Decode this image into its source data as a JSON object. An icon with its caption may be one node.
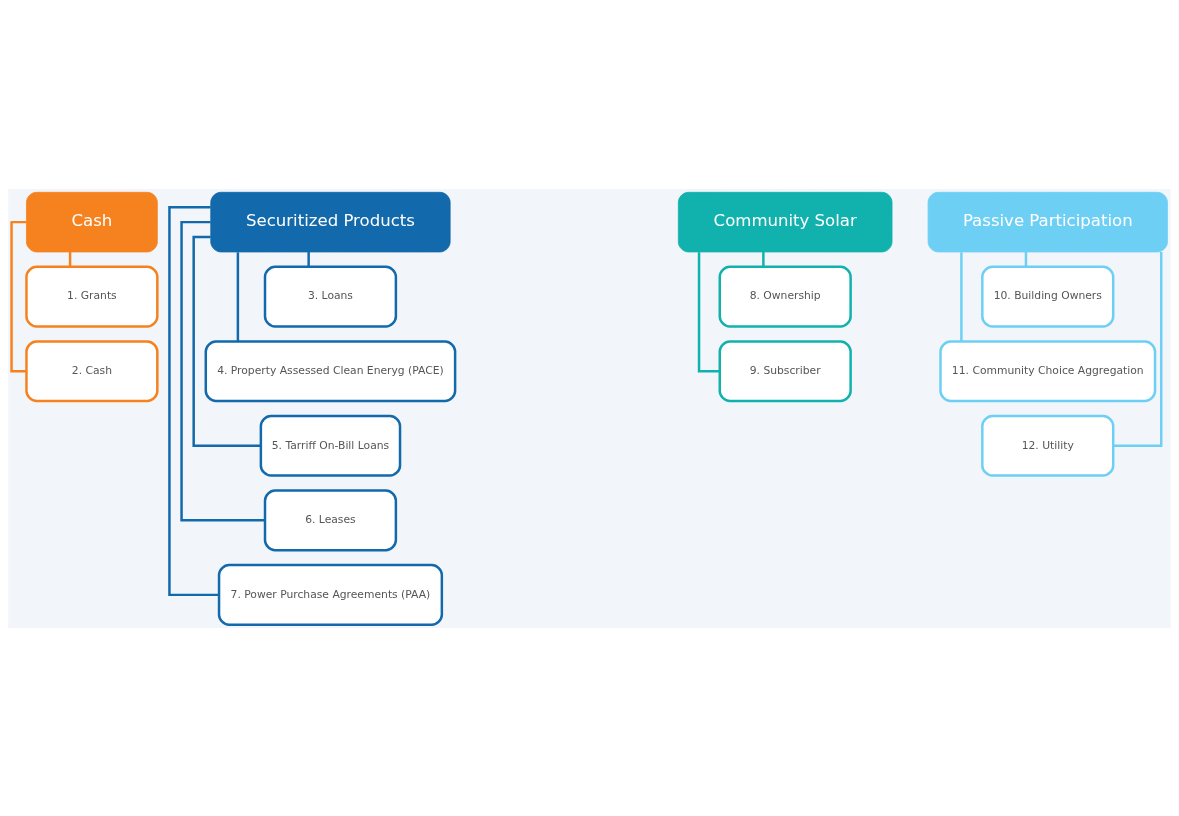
{
  "diagram": {
    "nodes": [
      {
        "text": [
          "Cash"
        ]
      },
      {
        "text": [
          "1. Grants"
        ]
      },
      {
        "text": [
          "2. Cash"
        ]
      },
      {
        "text": [
          "Securitized Products"
        ]
      },
      {
        "text": [
          "3. Loans"
        ]
      },
      {
        "text": [
          "4. Property Assessed Clean Eneryg (PACE)"
        ]
      },
      {
        "text": [
          "5. Tarriff On-Bill Loans"
        ]
      },
      {
        "text": [
          "6. Leases"
        ]
      },
      {
        "text": [
          "7. Power Purchase Agreements (PAA)"
        ]
      },
      {
        "text": [
          "Community Solar"
        ]
      },
      {
        "text": [
          "8. Ownership"
        ]
      },
      {
        "text": [
          "9. Subscriber"
        ]
      },
      {
        "text": [
          "Passive Participation"
        ]
      },
      {
        "text": [
          "10. Building Owners"
        ]
      },
      {
        "text": [
          "11. Community Choice Aggregation"
        ]
      },
      {
        "text": [
          "12. Utility"
        ]
      }
    ],
    "edges": [
      {
        "from": 0,
        "to": 1,
        "arrow": "none",
        "color": "#f5821f"
      },
      {
        "from": 0,
        "to": 2,
        "arrow": "none",
        "color": "#f5821f"
      },
      {
        "from": 3,
        "to": 4,
        "arrow": "none"
      },
      {
        "from": 3,
        "to": 5,
        "arrow": "none"
      },
      {
        "from": 3,
        "to": 6,
        "arrow": "none"
      },
      {
        "from": 3,
        "to": 7,
        "arrow": "none"
      },
      {
        "from": 3,
        "to": 8,
        "arrow": "none"
      },
      {
        "from": 9,
        "to": 10,
        "arrow": "none",
        "color": "#11b2ae"
      },
      {
        "from": 9,
        "to": 11,
        "arrow": "none",
        "color": "#11b2ae"
      },
      {
        "from": 12,
        "to": 13,
        "arrow": "none",
        "color": "#6ecff5"
      },
      {
        "from": 12,
        "to": 14,
        "arrow": "none",
        "color": "#6ecff5"
      },
      {
        "from": 12,
        "to": 15,
        "arrow": "none",
        "color": "#6ecff5"
      }
    ]
  }
}
